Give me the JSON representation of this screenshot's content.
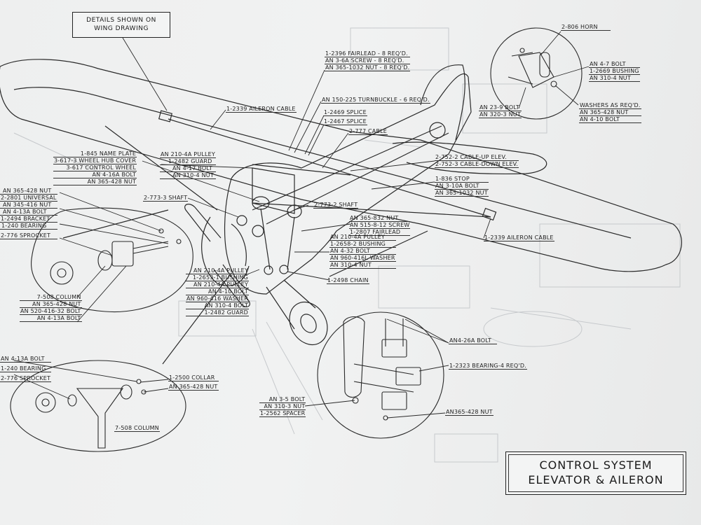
{
  "details_note": {
    "line1": "DETAILS SHOWN ON",
    "line2": "WING DRAWING"
  },
  "title": {
    "line1": "CONTROL SYSTEM",
    "line2": "ELEVATOR & AILERON"
  },
  "labels": {
    "fairlead_group": [
      "1-2396 FAIRLEAD - 8 REQ'D.",
      "AN 3-6A SCREW - 8 REQ'D.",
      "AN 365-1032 NUT - 8 REQ'D."
    ],
    "turnbuckle": "AN 150-225 TURNBUCKLE - 6 REQ'D.",
    "aileron_cable_upper": "1-2339 AILERON CABLE",
    "splice_group": [
      "1-2469 SPLICE",
      "1-2467 SPLICE"
    ],
    "cable_2777": "2-777 CABLE",
    "wheel_group": [
      "1-845 NAME PLATE",
      "3-617-3 WHEEL HUB COVER",
      "3-617 CONTROL WHEEL",
      "AN 4-16A BOLT",
      "AN 365-428 NUT"
    ],
    "pulley_group": [
      "AN 210-4A PULLEY",
      "1-2482 GUARD",
      "AN 4-17 BOLT",
      "AN 310-4 NUT"
    ],
    "cable_elev": [
      "2-752-2 CABLE-UP ELEV.",
      "2-752-3 CABLE-DOWN ELEV."
    ],
    "stop_group": [
      "1-836 STOP",
      "AN 3-10A BOLT",
      "AN 365-1032 NUT"
    ],
    "left_group": [
      "AN 365-428 NUT",
      "2-2801 UNIVERSAL",
      "AN 345-416 NUT",
      "AN 4-13A BOLT",
      "1-2494 BRACKET",
      "1-240 BEARING",
      "2-776 SPROCKET"
    ],
    "shaft_2773_3": "2-773-3 SHAFT",
    "shaft_2773_2": "2-773-2 SHAFT",
    "fairlead_group2": [
      "AN 365-832 NUT",
      "AN 515-8-12 SCREW",
      "1-2807 FAIRLEAD"
    ],
    "aileron_cable_right": "1-2339 AILERON CABLE",
    "bushing_group": [
      "AN 210-4A PULLEY",
      "1-2658-2 BUSHING",
      "AN 4-32 BOLT",
      "AN 960-416L WASHER",
      "AN 310-4 NUT"
    ],
    "column_group": [
      "7-508 COLUMN",
      "AN 365-428 NUT",
      "AN 520-416-32 BOLT",
      "AN 4-13A BOLT"
    ],
    "center_group": [
      "AN 210-4A PULLEY",
      "1-2653-1 BUSHING",
      "AN 210-4A PULLEY",
      "AN 4-10 BOLT",
      "AN 960-416 WASHER",
      "AN 310-4 BOLT",
      "1-2482 GUARD"
    ],
    "chain": "1-2498 CHAIN",
    "horn_group": [
      "2-806 HORN"
    ],
    "horn_bolts": [
      "AN 4-7 BOLT",
      "1-2669 BUSHING",
      "AN 310-4 NUT"
    ],
    "horn_nut": [
      "AN 23-9 BOLT",
      "AN 320-3 NUT"
    ],
    "horn_washers": [
      "WASHERS AS REQ'D.",
      "AN 365-428 NUT",
      "AN 4-10 BOLT"
    ],
    "lower_left": [
      "AN 4-13A BOLT",
      "1-240 BEARING",
      "2-776 SPROCKET"
    ],
    "collar_group": [
      "1-2500 COLLAR",
      "AN 365-428 NUT"
    ],
    "column_lower": "7-508 COLUMN",
    "bolt_26a": "AN4-26A BOLT",
    "bearing_2323": "1-2323 BEARING-4 REQ'D.",
    "spacer_group": [
      "AN 3-5 BOLT",
      "AN 310-3 NUT",
      "1-2562 SPACER"
    ],
    "nut_428": "AN365-428 NUT"
  }
}
